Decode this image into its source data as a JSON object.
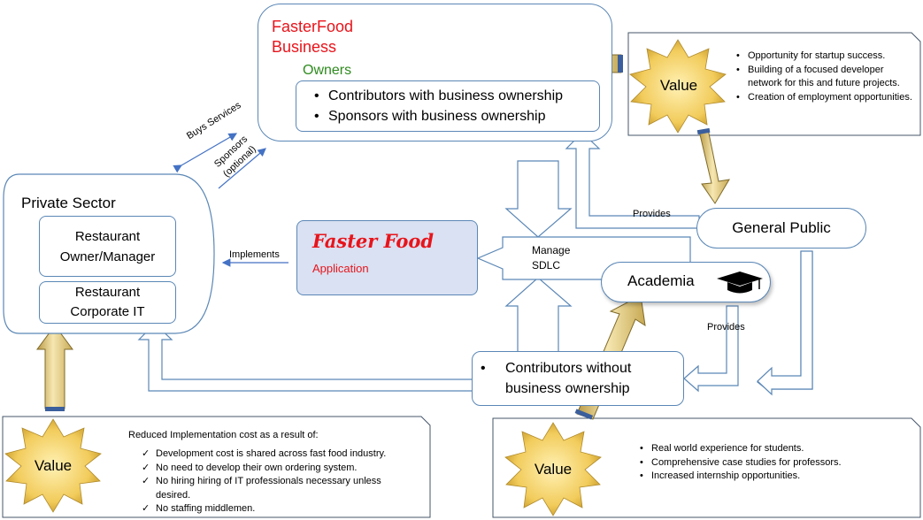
{
  "business": {
    "title_line1": "FasterFood",
    "title_line2": "Business",
    "owners_label": "Owners",
    "owner_items": [
      "Contributors with business ownership",
      "Sponsors with business ownership"
    ]
  },
  "value_top": {
    "label": "Value",
    "items": [
      "Opportunity for startup success.",
      "Building of a focused developer network for this and future projects.",
      "Creation of employment opportunities."
    ]
  },
  "private_sector": {
    "title": "Private Sector",
    "box1": "Restaurant Owner/Manager",
    "box2": "Restaurant Corporate IT"
  },
  "application": {
    "name": "Faster Food",
    "subtitle": "Application"
  },
  "sdlc": {
    "label_line1": "Manage",
    "label_line2": "SDLC"
  },
  "general_public": "General Public",
  "academia": "Academia",
  "contributors_box": {
    "line1": "Contributors without",
    "line2": "business ownership"
  },
  "edge_labels": {
    "buys_services": "Buys Services",
    "sponsors_line1": "Sponsors",
    "sponsors_line2": "(optional)",
    "implements": "Implements",
    "provides_top": "Provides",
    "provides_right": "Provides"
  },
  "value_left": {
    "label": "Value",
    "heading": "Reduced Implementation cost as a result of:",
    "items": [
      "Development cost is shared across fast food industry.",
      "No need to develop their own ordering system.",
      "No hiring hiring of IT professionals necessary unless desired.",
      "No staffing middlemen."
    ]
  },
  "value_right": {
    "label": "Value",
    "items": [
      "Real world experience for students.",
      "Comprehensive case studies for professors.",
      "Increased internship opportunities."
    ]
  },
  "colors": {
    "red": "#e8141b",
    "green": "#2e8b1e",
    "outline_blue": "#5b87b6",
    "app_fill": "#d9e1f2",
    "gold": "#e0c770"
  }
}
